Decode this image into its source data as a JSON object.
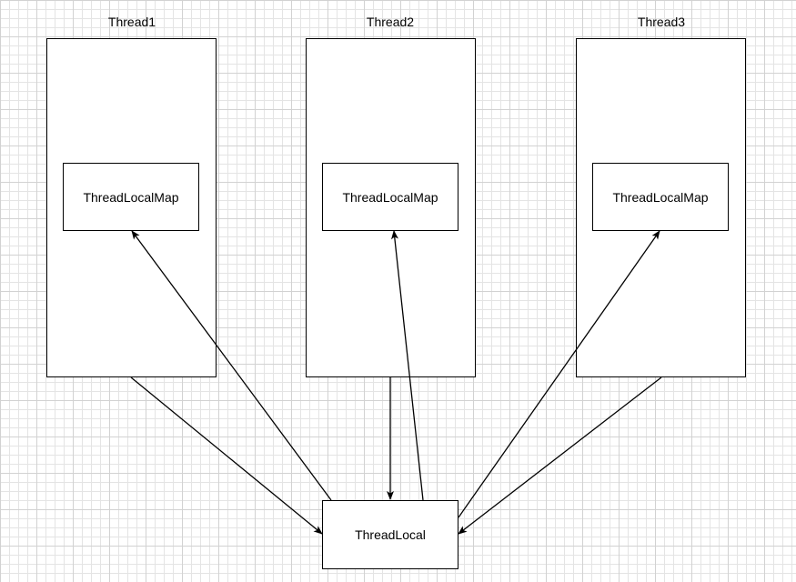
{
  "threads": [
    {
      "label": "Thread1",
      "map_label": "ThreadLocalMap"
    },
    {
      "label": "Thread2",
      "map_label": "ThreadLocalMap"
    },
    {
      "label": "Thread3",
      "map_label": "ThreadLocalMap"
    }
  ],
  "thread_local": {
    "label": "ThreadLocal"
  },
  "colors": {
    "stroke": "#000000",
    "fill": "#ffffff",
    "grid": "#e4e4e4"
  }
}
